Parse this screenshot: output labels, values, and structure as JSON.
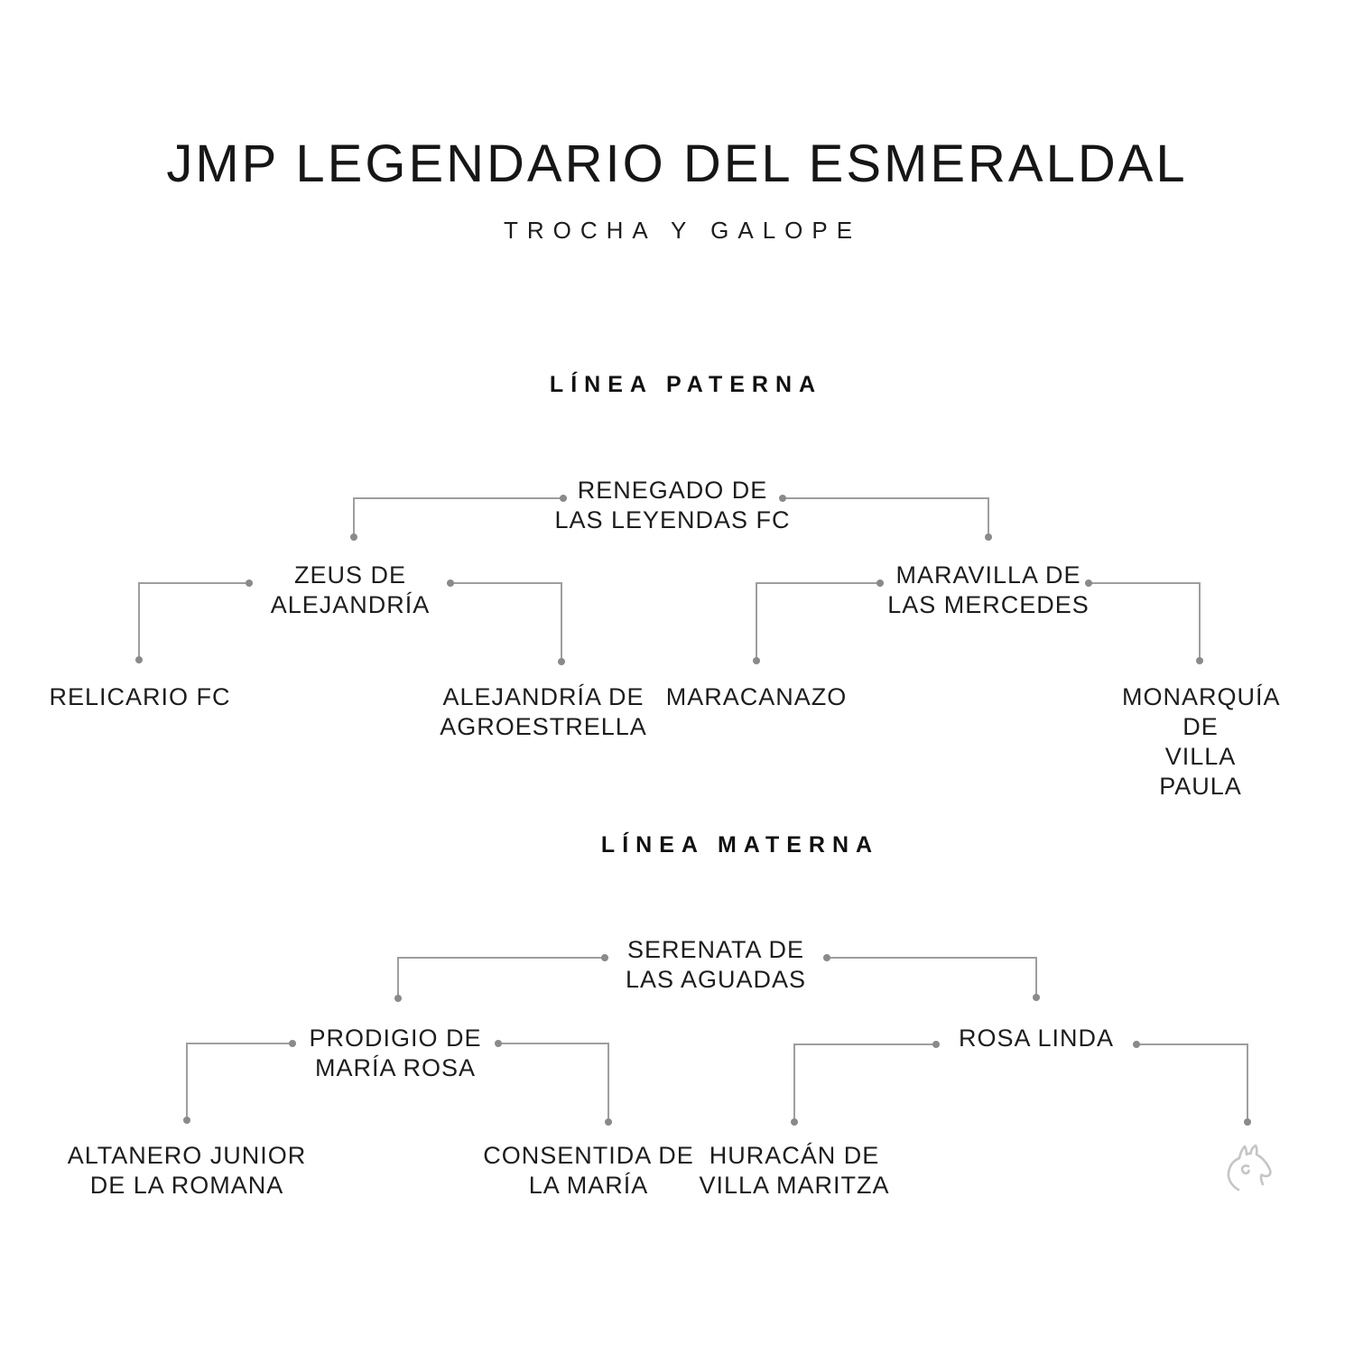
{
  "header": {
    "title": "JMP LEGENDARIO DEL ESMERALDAL",
    "subtitle": "TROCHA Y GALOPE"
  },
  "pedigree": {
    "paternal": {
      "heading": "LÍNEA PATERNA",
      "parent": "RENEGADO DE\nLAS LEYENDAS FC",
      "grandsire": "ZEUS DE\nALEJANDRÍA",
      "granddam": "MARAVILLA DE\nLAS MERCEDES",
      "great_grandparents": {
        "gg1": "RELICARIO FC",
        "gg2": "ALEJANDRÍA DE\nAGROESTRELLA",
        "gg3": "MARACANAZO",
        "gg4": "MONARQUÍA DE\nVILLA PAULA"
      }
    },
    "maternal": {
      "heading": "LÍNEA MATERNA",
      "parent": "SERENATA DE\nLAS AGUADAS",
      "grandsire": "PRODIGIO DE\nMARÍA ROSA",
      "granddam": "ROSA LINDA",
      "great_grandparents": {
        "gg1": "ALTANERO JUNIOR\nDE LA ROMANA",
        "gg2": "CONSENTIDA DE\nLA MARÍA",
        "gg3": "HURACÁN DE\nVILLA MARITZA",
        "gg4_icon": "horse-head-icon (unknown ancestor placeholder)"
      }
    }
  },
  "colors": {
    "text": "#1d1d1d",
    "connector_line": "#9e9e9e",
    "connector_dot": "#8a8a8a",
    "horse_icon": "#c5c5c5",
    "background": "#ffffff"
  }
}
